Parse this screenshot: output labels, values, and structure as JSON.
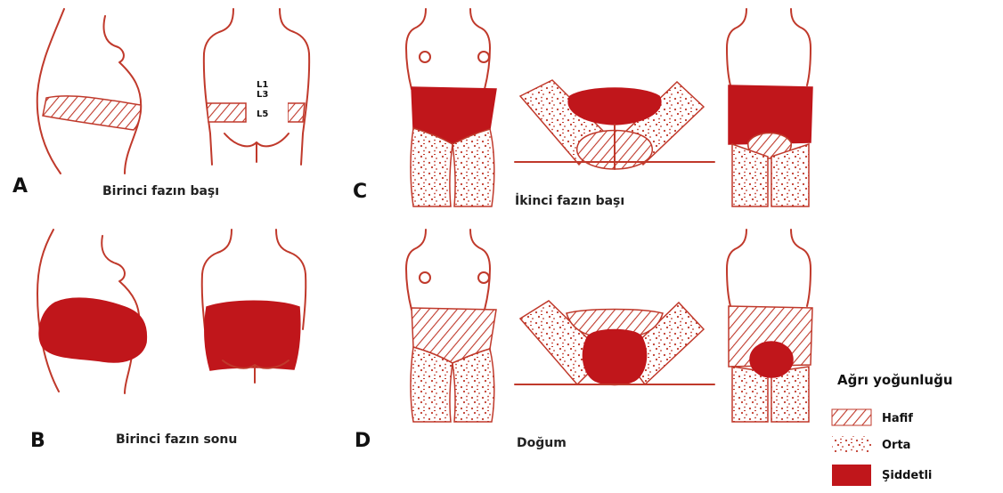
{
  "colors": {
    "accent": "#c0161b",
    "outline": "#c0392b"
  },
  "panels": {
    "a": {
      "letter": "A",
      "caption": "Birinci fazın başı",
      "vertebrae": [
        "L1",
        "L3",
        "L5"
      ]
    },
    "b": {
      "letter": "B",
      "caption": "Birinci fazın sonu"
    },
    "c": {
      "letter": "C",
      "caption": "İkinci  fazın başı"
    },
    "d": {
      "letter": "D",
      "caption": "Doğum"
    }
  },
  "legend": {
    "title": "Ağrı yoğunluğu",
    "items": [
      {
        "pattern": "hatched",
        "label": "Hafif"
      },
      {
        "pattern": "dotted",
        "label": "Orta"
      },
      {
        "pattern": "solid",
        "label": "Şiddetli"
      }
    ]
  }
}
